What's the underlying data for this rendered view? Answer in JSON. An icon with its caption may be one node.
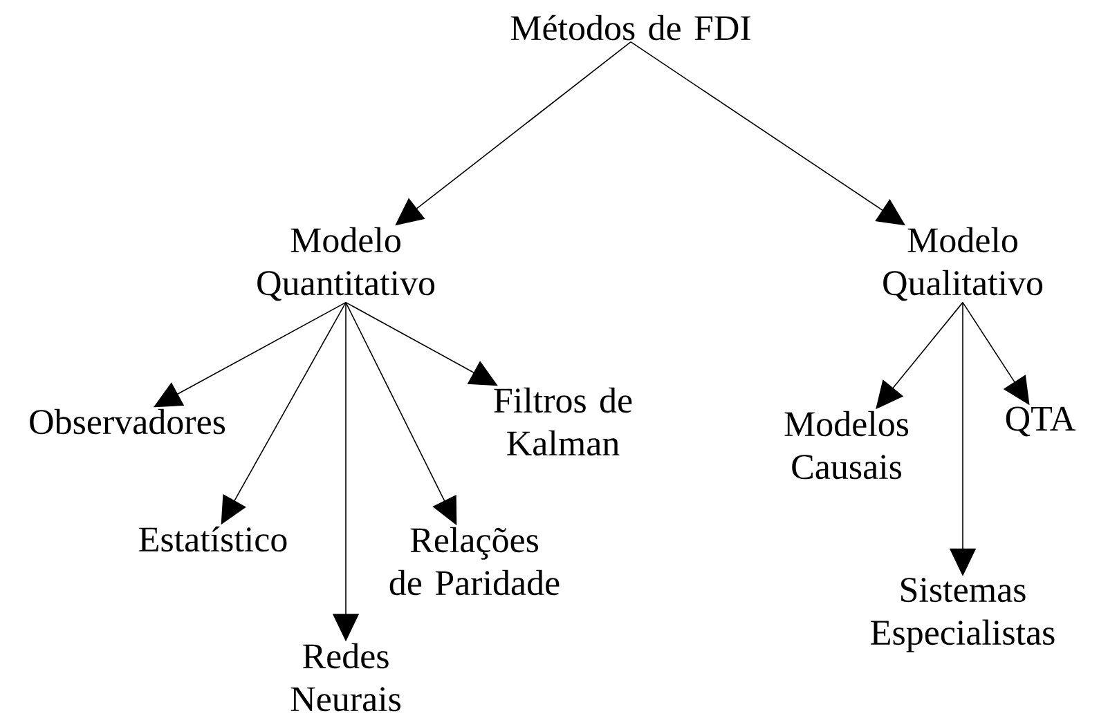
{
  "diagram": {
    "nodes": [
      {
        "text": [
          "Métodos de FDI"
        ]
      },
      {
        "text": [
          "Modelo Quantitativo"
        ]
      },
      {
        "text": [
          "Modelo Qualitativo"
        ]
      },
      {
        "text": [
          "Observadores"
        ]
      },
      {
        "text": [
          "Estatístico"
        ]
      },
      {
        "text": [
          "Redes Neurais"
        ]
      },
      {
        "text": [
          "Relações de Paridade"
        ]
      },
      {
        "text": [
          "Filtros de Kalman"
        ]
      },
      {
        "text": [
          "Modelos Causais"
        ]
      },
      {
        "text": [
          "Sistemas Especialistas"
        ]
      },
      {
        "text": [
          "QTA"
        ]
      }
    ],
    "edges": [
      {
        "from": 0,
        "to": 1,
        "arrow": "to"
      },
      {
        "from": 0,
        "to": 2,
        "arrow": "to"
      },
      {
        "from": 1,
        "to": 3,
        "arrow": "to"
      },
      {
        "from": 1,
        "to": 4,
        "arrow": "to"
      },
      {
        "from": 1,
        "to": 5,
        "arrow": "to"
      },
      {
        "from": 1,
        "to": 6,
        "arrow": "to"
      },
      {
        "from": 1,
        "to": 7,
        "arrow": "to"
      },
      {
        "from": 2,
        "to": 8,
        "arrow": "to"
      },
      {
        "from": 2,
        "to": 9,
        "arrow": "to"
      },
      {
        "from": 2,
        "to": 10,
        "arrow": "to"
      }
    ]
  }
}
